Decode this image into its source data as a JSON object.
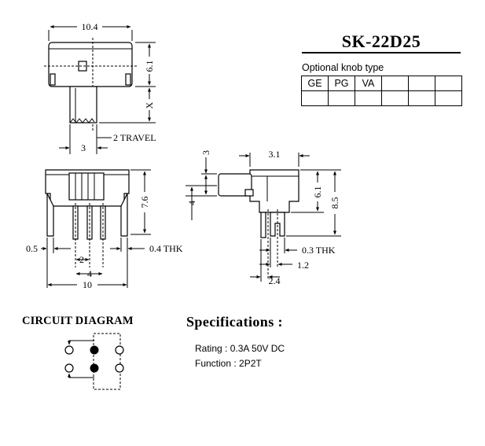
{
  "model": "SK-22D25",
  "knob": {
    "label": "Optional knob type",
    "types": [
      "GE",
      "PG",
      "VA",
      "",
      "",
      ""
    ]
  },
  "top_view": {
    "width": "10.4",
    "height": "6.1",
    "knob_extension": "X",
    "knob_width": "3",
    "travel": "2 TRAVEL"
  },
  "front_view": {
    "height": "7.6",
    "pin_width": "0.5",
    "pin_thickness": "0.4 THK",
    "pin_pitch": "2",
    "pin_span": "4",
    "body_width": "10"
  },
  "side_view": {
    "top_width": "3.1",
    "knob_offset": "3",
    "knob_height": "4",
    "body_height": "6.1",
    "total_height": "8.5",
    "pin_thickness": "0.3 THK",
    "pin_gap": "1.2",
    "pin_span": "2.4"
  },
  "circuit": {
    "title": "CIRCUIT DIAGRAM"
  },
  "specifications": {
    "title": "Specifications :",
    "rating": "Rating : 0.3A 50V DC",
    "function": "Function : 2P2T"
  }
}
